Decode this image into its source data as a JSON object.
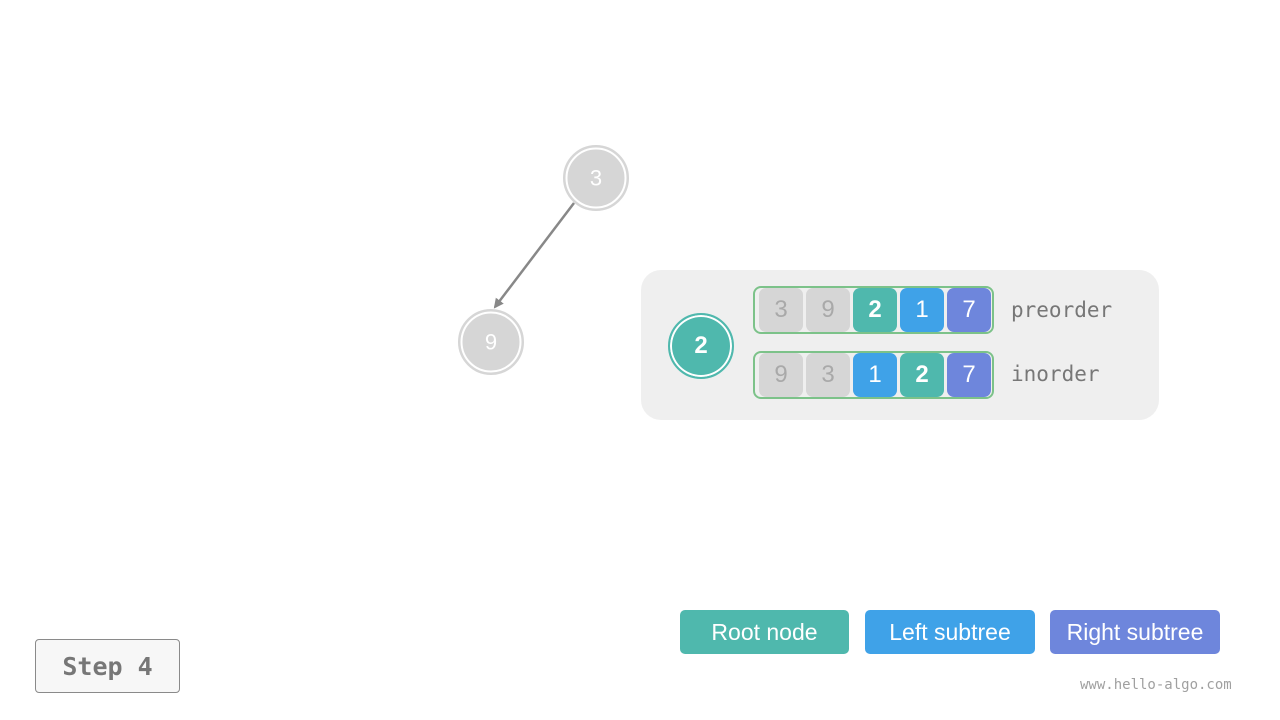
{
  "tree": {
    "nodes": [
      {
        "id": "n3",
        "value": "3"
      },
      {
        "id": "n9",
        "value": "9"
      }
    ],
    "edges": [
      {
        "from": "n3",
        "to": "n9"
      }
    ],
    "node_color": "#d6d6d6"
  },
  "panel": {
    "current_root": "2",
    "preorder": {
      "label": "preorder",
      "cells": [
        {
          "value": "3",
          "role": "done"
        },
        {
          "value": "9",
          "role": "done"
        },
        {
          "value": "2",
          "role": "root"
        },
        {
          "value": "1",
          "role": "left"
        },
        {
          "value": "7",
          "role": "right"
        }
      ]
    },
    "inorder": {
      "label": "inorder",
      "cells": [
        {
          "value": "9",
          "role": "done"
        },
        {
          "value": "3",
          "role": "done"
        },
        {
          "value": "1",
          "role": "left"
        },
        {
          "value": "2",
          "role": "root"
        },
        {
          "value": "7",
          "role": "right"
        }
      ]
    }
  },
  "legend": {
    "root_label": "Root node",
    "left_label": "Left subtree",
    "right_label": "Right subtree"
  },
  "colors": {
    "root": "#4fb8ad",
    "left": "#3fa2e8",
    "right": "#6e86dc",
    "done": "#d6d6d6"
  },
  "step_label": "Step 4",
  "watermark": "www.hello-algo.com"
}
